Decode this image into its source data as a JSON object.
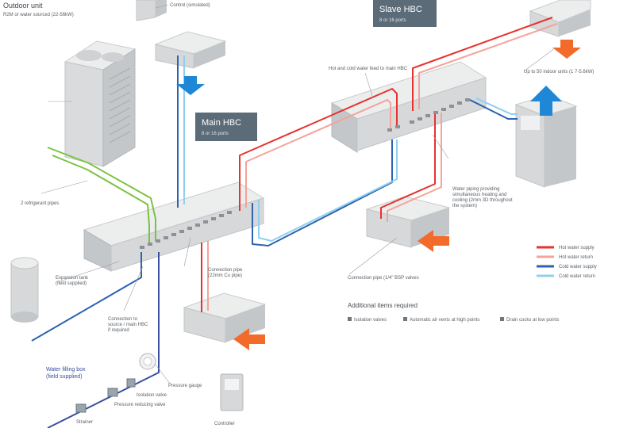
{
  "units": {
    "outdoor": {
      "title": "Outdoor unit",
      "subtitle": "R2M or water sourced (22-56kW)"
    },
    "main_hbc": {
      "title": "Main HBC",
      "ports": "8 or 16 ports"
    },
    "slave_hbc": {
      "title": "Slave HBC",
      "ports": "8 or 16 ports"
    }
  },
  "callouts": {
    "control": "Control (simulated)",
    "flow_return": "Hot and cold water feed to main HBC",
    "slave_up_to": "Up to 50 indoor units (1 7-5.6kW)",
    "refrigerant": "2 refrigerant pipes",
    "water_piping": [
      "Water piping providing",
      "simultaneous heating and",
      "cooling (2mm 3D throughout",
      "the system)"
    ],
    "expansion": [
      "Expansion tank",
      "(field supplied)"
    ],
    "connection_main": [
      "Connection pipe",
      "(22mm Cu pipe)"
    ],
    "connection_slave": "Connection pipe (1/4\" BSP valves",
    "connection_source": [
      "Connection to",
      "source / main HBC",
      "if required"
    ],
    "water_filling": [
      "Water filling box",
      "(field supplied)"
    ],
    "pressure_gauge": "Pressure gauge",
    "isolation_valve": "Isolation valve",
    "pressure_reducing": "Pressure reducing valve",
    "strainer": "Strainer",
    "controller": "Controller"
  },
  "legend": {
    "items": [
      {
        "label": "Hot water supply",
        "color": "#e8322e"
      },
      {
        "label": "Hot water return",
        "color": "#f4a39a"
      },
      {
        "label": "Cold water supply",
        "color": "#2f62b0"
      },
      {
        "label": "Cold water return",
        "color": "#8fd0ef"
      }
    ]
  },
  "additional": {
    "title": "Additional items required",
    "items": [
      "Isolation valves",
      "Automatic air vents at high points",
      "Drain cocks at low points"
    ]
  },
  "colors": {
    "refrigerant": "#7cc242",
    "hot_supply": "#e8322e",
    "hot_return": "#f4a39a",
    "cold_supply": "#2f62b0",
    "cold_return": "#8fd0ef",
    "badge": "#5b6b77",
    "box": "#d6d8da",
    "box_dark": "#b7babd",
    "box_light": "#eceded"
  }
}
